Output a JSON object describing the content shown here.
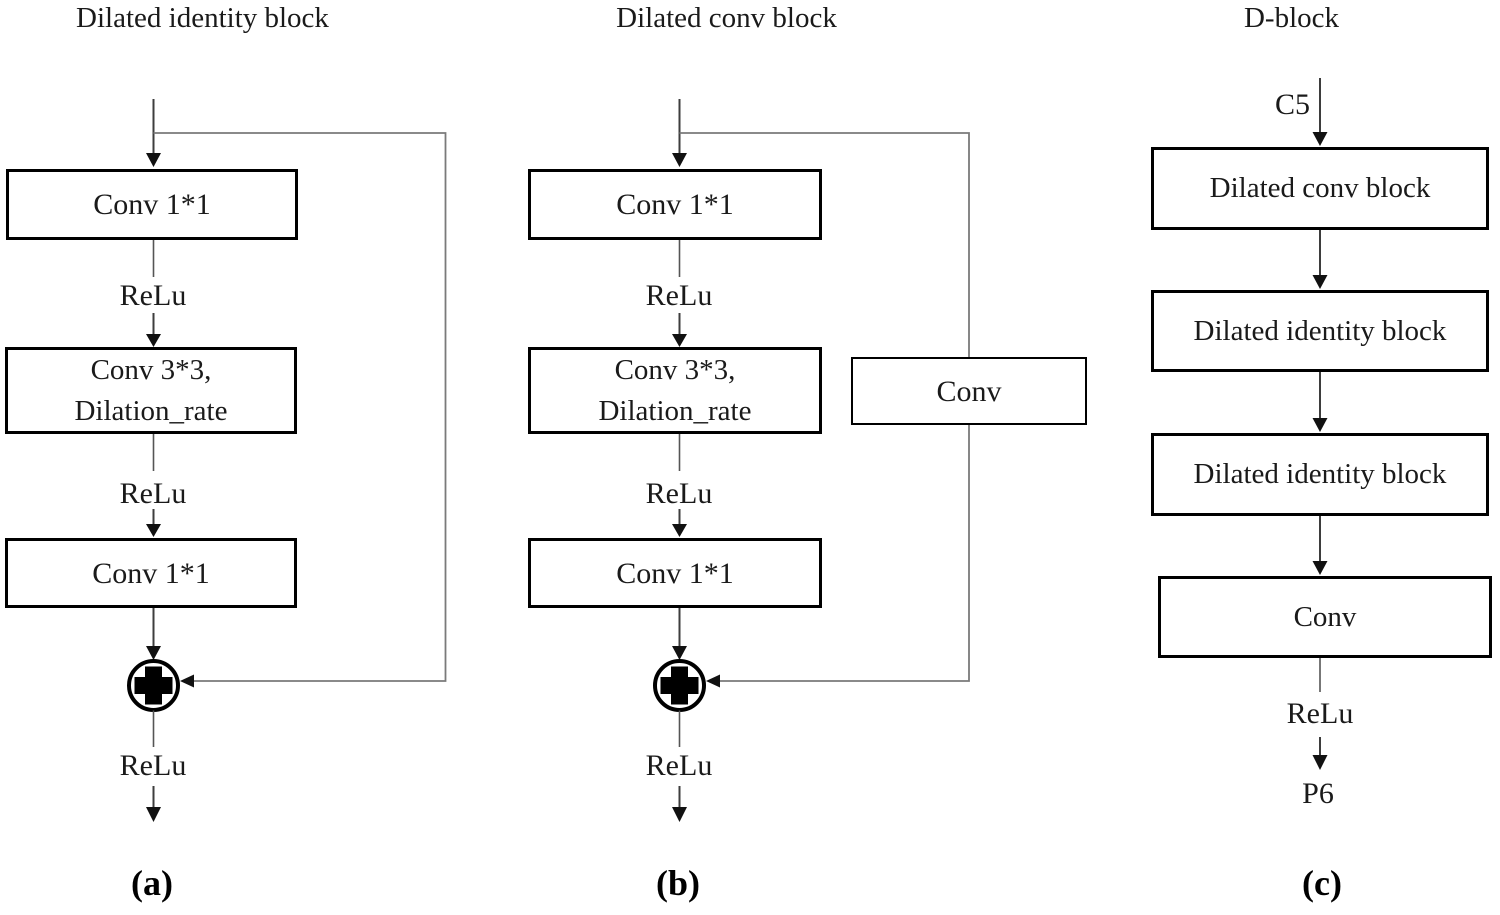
{
  "diagram": {
    "colors": {
      "background": "#ffffff",
      "box_border": "#000000",
      "main_line": "#3d3d3d",
      "branch_line": "#7a7a7a",
      "arrowhead": "#111111",
      "text": "#1a1a1a"
    },
    "panel_a": {
      "title": "Dilated identity block",
      "box1": "Conv 1*1",
      "relu1": "ReLu",
      "box2_line1": "Conv 3*3,",
      "box2_line2": "Dilation_rate",
      "relu2": "ReLu",
      "box3": "Conv 1*1",
      "junction": "plus",
      "relu3": "ReLu",
      "caption": "(a)"
    },
    "panel_b": {
      "title": "Dilated conv block",
      "box1": "Conv 1*1",
      "relu1": "ReLu",
      "box2_line1": "Conv 3*3,",
      "box2_line2": "Dilation_rate",
      "relu2": "ReLu",
      "box3": "Conv 1*1",
      "side_box": "Conv",
      "junction": "plus",
      "relu3": "ReLu",
      "caption": "(b)"
    },
    "panel_c": {
      "title": "D-block",
      "input_label": "C5",
      "box1": "Dilated conv block",
      "box2": "Dilated identity block",
      "box3": "Dilated identity block",
      "box4": "Conv",
      "relu": "ReLu",
      "output_label": "P6",
      "caption": "(c)"
    }
  }
}
